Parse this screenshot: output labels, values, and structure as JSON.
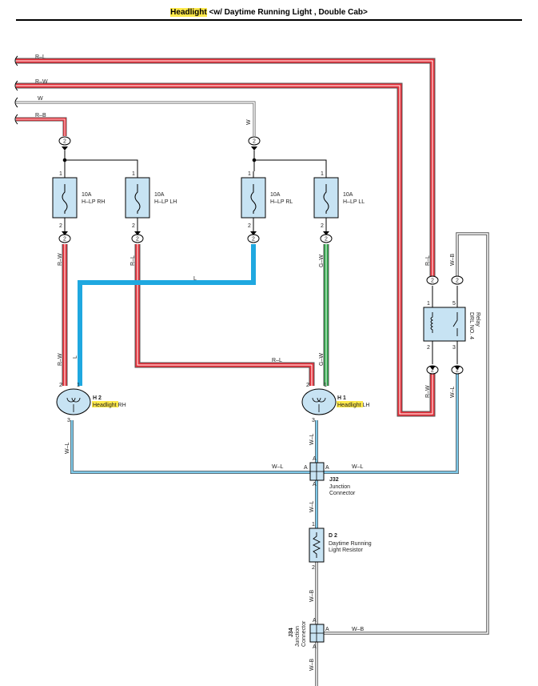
{
  "title": {
    "highlight": "Headlight",
    "rest": " <w/ Daytime Running Light , Double Cab>"
  },
  "bus_wires": [
    "R–L",
    "R–W",
    "W",
    "R–B"
  ],
  "fuses": [
    {
      "rating": "10A",
      "name": "H–LP RH",
      "top_pin": "1",
      "bottom_pin": "2"
    },
    {
      "rating": "10A",
      "name": "H–LP LH",
      "top_pin": "1",
      "bottom_pin": "2"
    },
    {
      "rating": "10A",
      "name": "H–LP RL",
      "top_pin": "1",
      "bottom_pin": "2"
    },
    {
      "rating": "10A",
      "name": "H–LP LL",
      "top_pin": "1",
      "bottom_pin": "2"
    }
  ],
  "connector_pin": "2",
  "wire_labels": {
    "rw": "R–W",
    "rl": "R–L",
    "w": "W",
    "gw": "G–W",
    "l": "L",
    "wl": "W–L",
    "wb": "W–B"
  },
  "headlights": [
    {
      "code": "H 2",
      "name_highlight": "Headlight",
      "name_rest": " RH",
      "pins": [
        "2",
        "1",
        "3"
      ]
    },
    {
      "code": "H 1",
      "name_highlight": "Headlight",
      "name_rest": " LH",
      "pins": [
        "2",
        "1",
        "3"
      ]
    }
  ],
  "relay": {
    "name_line1": "DRL NO. 4",
    "name_line2": "Relay",
    "pins": [
      "1",
      "5",
      "2",
      "3"
    ]
  },
  "j32": {
    "code": "J32",
    "line1": "Junction",
    "line2": "Connector",
    "pin": "A"
  },
  "d2": {
    "code": "D 2",
    "line1": "Daytime Running",
    "line2": "Light Resistor",
    "pins": [
      "1",
      "2"
    ]
  },
  "j34": {
    "code": "J34",
    "line1": "Junction",
    "line2": "Connector",
    "pin": "A"
  },
  "colors": {
    "red": "#e8303a",
    "blue": "#1fa8e0",
    "green": "#2ea84a",
    "lightblue": "#7ec8e8",
    "highlight": "#ffe94a"
  }
}
